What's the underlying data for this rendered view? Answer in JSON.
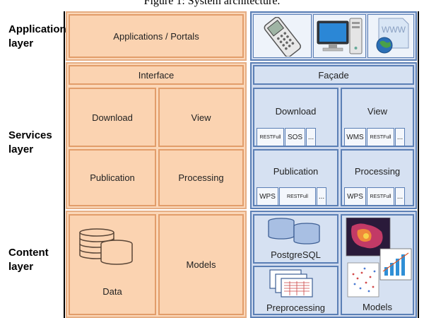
{
  "figure_caption": "Figure 1: System architecture.",
  "layers": {
    "application": "Application layer",
    "services": "Services layer",
    "content": "Content layer"
  },
  "left": {
    "applications": "Applications / Portals",
    "interface": "Interface",
    "download": "Download",
    "view": "View",
    "publication": "Publication",
    "processing": "Processing",
    "data": "Data",
    "models": "Models"
  },
  "right": {
    "facade": "Façade",
    "download": {
      "title": "Download",
      "protocols": [
        "RESTFull",
        "SOS",
        "..."
      ]
    },
    "view": {
      "title": "View",
      "protocols": [
        "WMS",
        "RESTFull",
        "..."
      ]
    },
    "publication": {
      "title": "Publication",
      "protocols": [
        "WPS",
        "RESTFull",
        "..."
      ]
    },
    "processing": {
      "title": "Processing",
      "protocols": [
        "WPS",
        "RESTFull",
        "..."
      ]
    },
    "postgresql": "PostgreSQL",
    "preprocessing": "Preprocessing",
    "models": "Models",
    "app_icons": [
      "mobile-phone-icon",
      "desktop-computer-icon",
      "web-globe-icon"
    ],
    "www_text": "WWW"
  },
  "colors": {
    "orange_fill": "#fbd3b1",
    "orange_border": "#e29d6a",
    "blue_fill": "#d6e1f2",
    "blue_border": "#5b7fb5"
  }
}
